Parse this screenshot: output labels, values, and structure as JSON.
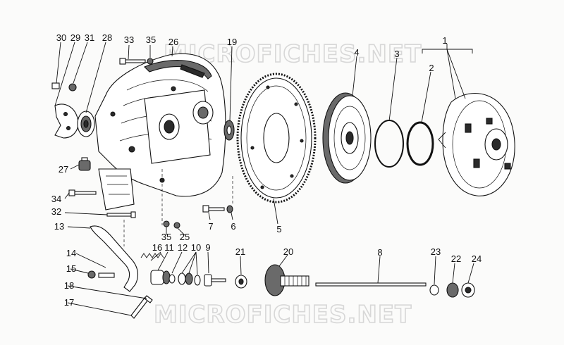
{
  "watermark": "MICROFICHES.NET",
  "labels": [
    "1",
    "2",
    "3",
    "4",
    "5",
    "6",
    "7",
    "8",
    "9",
    "10",
    "11",
    "12",
    "13",
    "14",
    "15",
    "16",
    "17",
    "18",
    "19",
    "20",
    "21",
    "22",
    "23",
    "24",
    "25",
    "26",
    "27",
    "28",
    "29",
    "30",
    "31",
    "32",
    "33",
    "34",
    "35",
    "35"
  ],
  "colors": {
    "ink": "#111111",
    "watermark": "#d7d7d7",
    "paper": "#fbfbfa"
  }
}
